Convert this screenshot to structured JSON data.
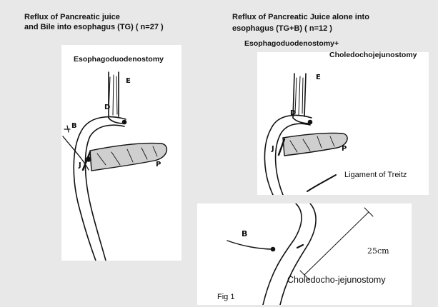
{
  "left": {
    "title_line1": "Reflux of Pancreatic juice",
    "title_line2": "and Bile into esophagus (TG) ( n=27 )",
    "procedure": "Esophagoduodenostomy",
    "letters": {
      "E": "E",
      "D": "D",
      "B": "B",
      "P": "P",
      "J": "J"
    }
  },
  "right": {
    "title_line1": "Reflux of Pancreatic Juice alone  into",
    "title_line2": "esophagus (TG+B) ( n=12 )",
    "procedure_line1": "Esophagoduodenostomy+",
    "procedure_line2": "Choledochojejunostomy",
    "letters": {
      "E": "E",
      "D": "D",
      "P": "P",
      "J": "J",
      "B": "B"
    },
    "ligament_label": "Ligament of Treitz",
    "length_label": "25cm",
    "anastomosis_label": "Choledocho-jejunostomy"
  },
  "figure_label": "Fig 1",
  "colors": {
    "background": "#e8e8e8",
    "panel": "#ffffff",
    "ink": "#111111"
  }
}
